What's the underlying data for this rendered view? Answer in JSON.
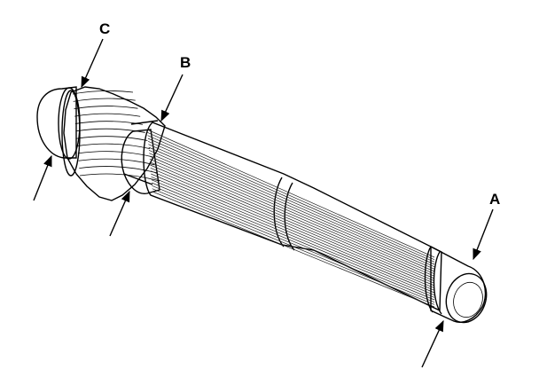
{
  "callouts": {
    "a": {
      "label": "A"
    },
    "b": {
      "label": "B"
    },
    "c": {
      "label": "C"
    }
  },
  "colors": {
    "line": "#000000",
    "background": "#ffffff",
    "shade": "#e8e8e8"
  }
}
